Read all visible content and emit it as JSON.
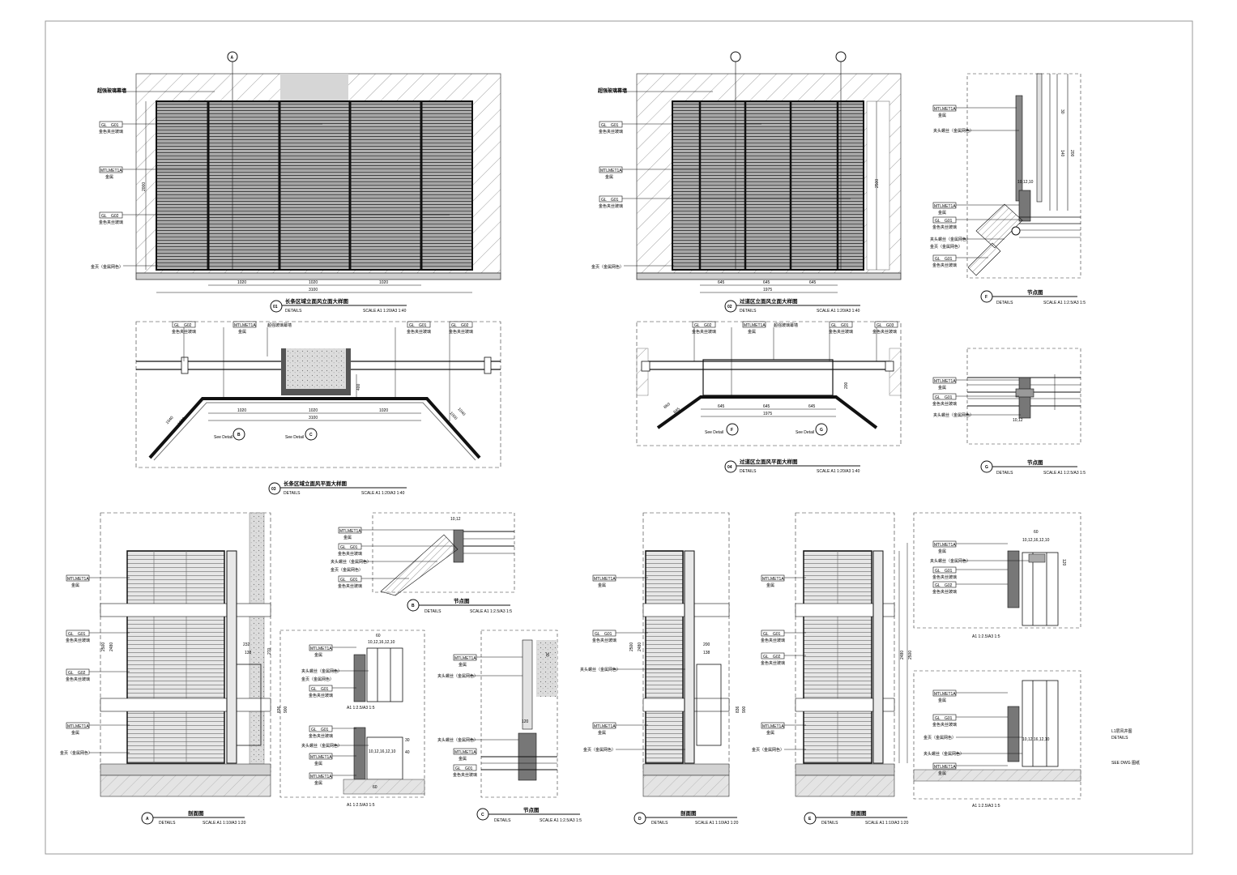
{
  "sheet": {
    "note_title": "L1层风井图",
    "note_sub": "DETAILS",
    "note_ref": "SEE DWG 图纸"
  },
  "tags": {
    "GL_001": [
      "GL",
      "G01"
    ],
    "GL_002": [
      "GL",
      "G02"
    ],
    "MTL": [
      "MTL",
      "MET1A"
    ],
    "GL_003": [
      "GL",
      "G03"
    ]
  },
  "materials": {
    "building_wall": "超强玻璃幕墙",
    "gold_glass": "金色夹丝玻璃",
    "metal": "金属",
    "clamp": "夹头螺丝（金属网色）",
    "metal_cover": "金页（金属网色）"
  },
  "views": {
    "v1": {
      "marker": "01",
      "title": "长条区域立面风立面大样图",
      "details": "DETAILS",
      "scale": "SCALE A1 1:20/A3 1:40",
      "dims": [
        "1020",
        "1020",
        "1020"
      ],
      "total": "3100",
      "height": "2000"
    },
    "v2": {
      "marker": "02",
      "title": "过道区立面风立面大样图",
      "details": "DETAILS",
      "scale": "SCALE A1 1:20/A3 1:40",
      "dims": [
        "645",
        "645",
        "645"
      ],
      "total": "1975",
      "height": "2500"
    },
    "v3": {
      "marker": "03",
      "title": "长条区域立面风平面大样图",
      "details": "DETAILS",
      "scale": "SCALE A1 1:20/A3 1:40",
      "dims": [
        "1020",
        "1020",
        "1020"
      ],
      "total": "3100",
      "side": "1040",
      "side2": "1000",
      "deep": "400",
      "det1": "B",
      "det2": "C",
      "see": "See Detail"
    },
    "v4": {
      "marker": "04",
      "title": "过道区立面风平面大样图",
      "details": "DETAILS",
      "scale": "SCALE A1 1:20/A3 1:40",
      "dims": [
        "645",
        "645",
        "645"
      ],
      "total": "1975",
      "side": "860",
      "side2": "845",
      "deep": "200",
      "det1": "F",
      "det2": "G",
      "see": "See Detail"
    },
    "vF": {
      "marker": "F",
      "title": "节点图",
      "details": "DETAILS",
      "scale": "SCALE A1 1:2.5/A3 1:5",
      "d1": "30",
      "d2": "140",
      "d3": "200",
      "d4": "10,12,10"
    },
    "vG": {
      "marker": "G",
      "title": "节点图",
      "details": "DETAILS",
      "scale": "SCALE A1 1:2.5/A3 1:5",
      "d1": "10,12"
    },
    "vA": {
      "marker": "A",
      "title": "剖面图",
      "details": "DETAILS",
      "scale": "SCALE A1 1:10/A3 1:20",
      "h1": "2500",
      "h2": "2480",
      "d1": "232",
      "d2": "138",
      "d3": "270",
      "d4": "836",
      "d5": "900"
    },
    "vB": {
      "marker": "B",
      "title": "节点图",
      "details": "DETAILS",
      "scale": "SCALE A1 1:2.5/A3 1:5",
      "d1": "10,12"
    },
    "vC": {
      "marker": "C",
      "title": "节点图",
      "details": "DETAILS",
      "scale": "SCALE A1 1:2.5/A3 1:5",
      "d1": "120",
      "d2": "30"
    },
    "vD": {
      "marker": "D",
      "title": "剖面图",
      "details": "DETAILS",
      "scale": "SCALE A1 1:10/A3 1:20",
      "h1": "2500",
      "h2": "2480",
      "d1": "200",
      "d2": "138",
      "d3": "836",
      "d4": "900"
    },
    "vE": {
      "marker": "E",
      "title": "剖面图",
      "details": "DETAILS",
      "scale": "SCALE A1 1:10/A3 1:20",
      "h1": "2480",
      "h2": "2500"
    },
    "vAB": {
      "scale": "A1 1:2.5/A3 1:5",
      "d1": "60",
      "d2": "10,12,16,12,10",
      "d3": "30",
      "d4": "40",
      "d5": "60"
    },
    "vEd": {
      "scale": "A1 1:2.5/A3 1:5",
      "d1": "60",
      "d2": "10,12,16,12,10",
      "d3": "120"
    }
  }
}
